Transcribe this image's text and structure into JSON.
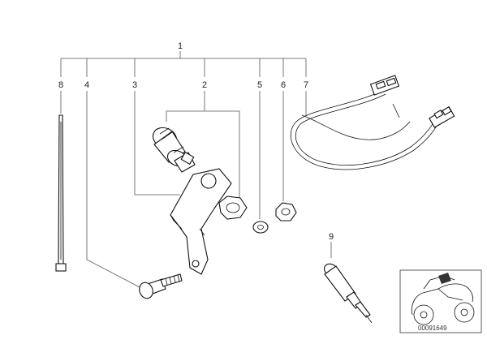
{
  "labels": {
    "l1": "1",
    "l2": "2",
    "l3": "3",
    "l4": "4",
    "l5": "5",
    "l6": "6",
    "l7": "7",
    "l8": "8",
    "l9": "9"
  },
  "catalog_number": "00091649",
  "colors": {
    "line": "#555555",
    "part_stroke": "#111111",
    "background": "#ffffff"
  }
}
